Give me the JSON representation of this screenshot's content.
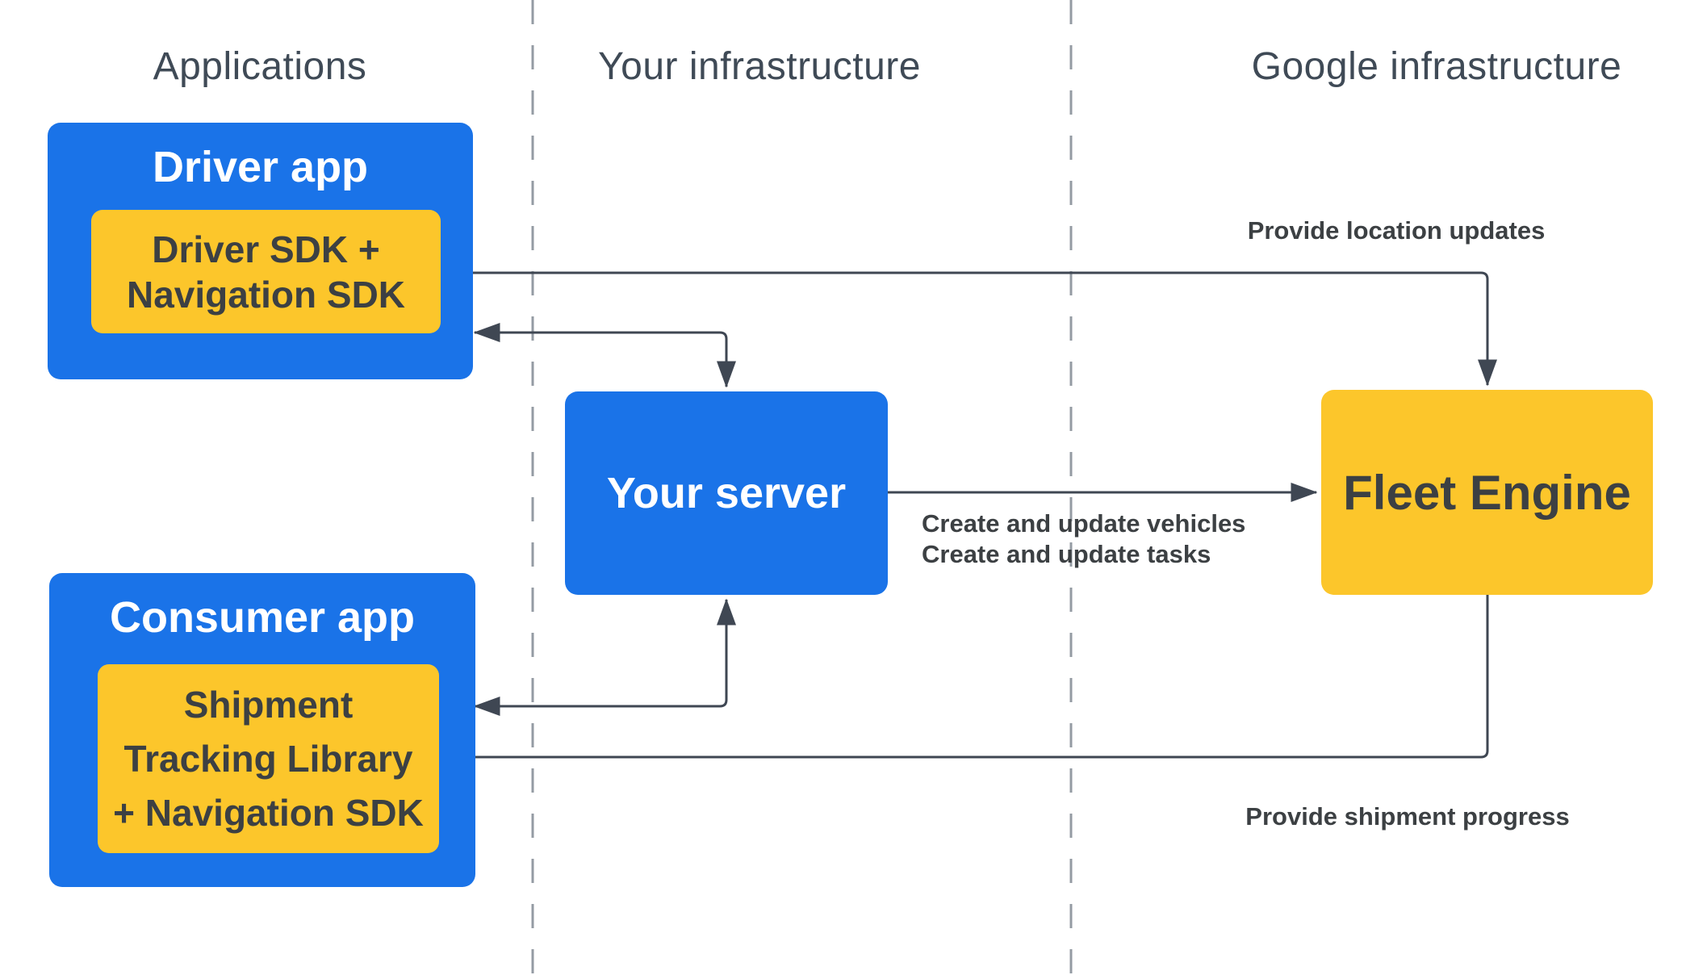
{
  "colors": {
    "blue": "#1a73e8",
    "yellow": "#fcc62b",
    "line": "#3f4753",
    "text-dark": "#3c4043",
    "header-gray": "#3f4a56",
    "divider-gray": "#949ba3",
    "white": "#ffffff",
    "bg": "#ffffff"
  },
  "headers": {
    "applications": "Applications",
    "your_infrastructure": "Your infrastructure",
    "google_infrastructure": "Google infrastructure"
  },
  "nodes": {
    "driver_app": {
      "title": "Driver app",
      "sdk_line1": "Driver SDK +",
      "sdk_line2": "Navigation SDK"
    },
    "consumer_app": {
      "title": "Consumer app",
      "lib_line1": "Shipment",
      "lib_line2": "Tracking Library",
      "lib_line3": "+ Navigation SDK"
    },
    "your_server": {
      "title": "Your server"
    },
    "fleet_engine": {
      "title": "Fleet Engine"
    }
  },
  "edge_labels": {
    "location_updates": "Provide location updates",
    "create_vehicles": "Create and update vehicles",
    "create_tasks": "Create and update tasks",
    "shipment_progress": "Provide shipment progress"
  }
}
